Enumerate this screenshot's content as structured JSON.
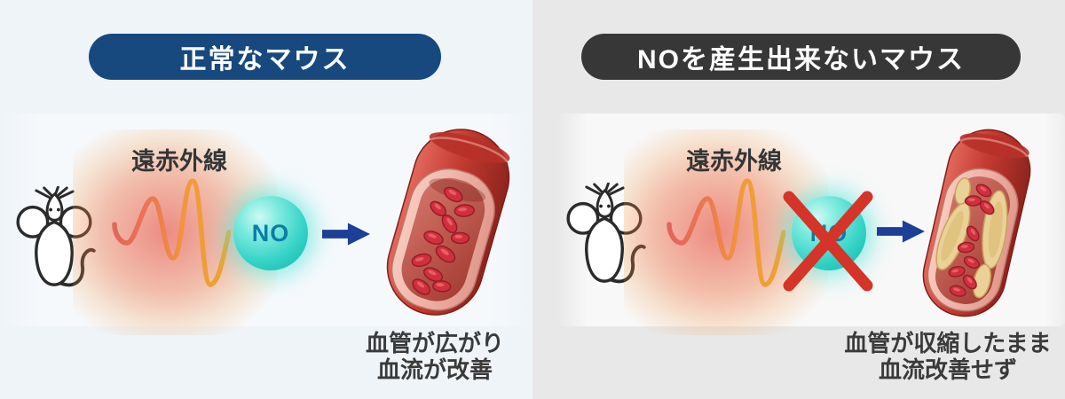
{
  "left_panel": {
    "title": "正常なマウス",
    "infrared_label": "遠赤外線",
    "molecule_label": "NO",
    "caption_line1": "血管が広がり",
    "caption_line2": "血流が改善"
  },
  "right_panel": {
    "title": "NOを産生出来ないマウス",
    "infrared_label": "遠赤外線",
    "molecule_label": "NO",
    "caption_line1": "血管が収縮したまま",
    "caption_line2": "血流改善せず"
  },
  "colors": {
    "left_panel_bg": "#eff4f9",
    "right_panel_bg": "#e8e8e8",
    "left_title_badge_bg": "#17497e",
    "right_title_badge_bg": "#373737",
    "title_text": "#ffffff",
    "body_text": "#3a3a3a",
    "arrow_blue": "#1c3f97",
    "no_ball_cyan": "#36d3c7",
    "no_text_teal": "#0d7ca6",
    "cross_red": "#d53428",
    "wave_red": "#e2645e",
    "wave_orange": "#eca42f",
    "vessel_red": "#c43a30",
    "plaque_yellow": "#ead197"
  }
}
